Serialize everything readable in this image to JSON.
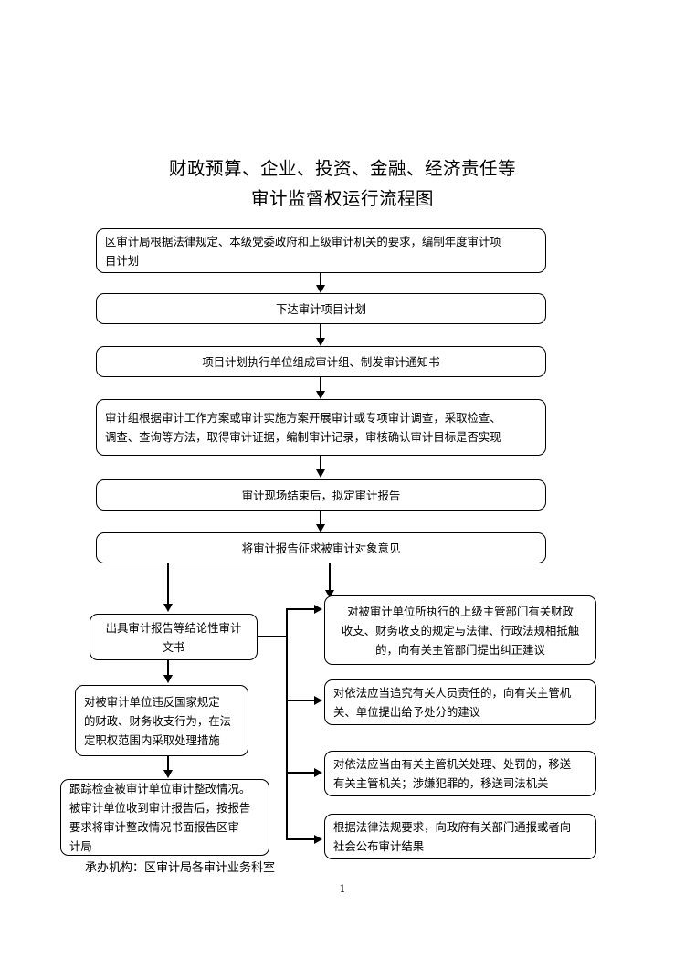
{
  "document": {
    "title_lines": [
      "财政预算、企业、投资、金融、经济责任等",
      "审计监督权运行流程图"
    ],
    "footer_note": "承办机构：区审计局各审计业务科室",
    "page_number": "1"
  },
  "main_flow": [
    {
      "id": "step-annual-plan",
      "lines": [
        "区审计局根据法律规定、本级党委政府和上级审计机关的要求，编制年度审计项",
        "目计划"
      ]
    },
    {
      "id": "step-issue-plan",
      "lines": [
        "下达审计项目计划"
      ]
    },
    {
      "id": "step-form-team",
      "lines": [
        "项目计划执行单位组成审计组、制发审计通知书"
      ]
    },
    {
      "id": "step-conduct-audit",
      "lines": [
        "审计组根据审计工作方案或审计实施方案开展审计或专项审计调查，采取检查、",
        "调查、查询等方法，取得审计证据，编制审计记录，审核确认审计目标是否实现"
      ]
    },
    {
      "id": "step-draft-report",
      "lines": [
        "审计现场结束后，拟定审计报告"
      ]
    },
    {
      "id": "step-solicit-opinion",
      "lines": [
        "将审计报告征求被审计对象意见"
      ]
    }
  ],
  "left_branch": [
    {
      "id": "step-issue-conclusive-doc",
      "lines": [
        "出具审计报告等结论性审计",
        "文书"
      ]
    },
    {
      "id": "step-handle-violation",
      "lines": [
        "对被审计单位违反国家规定",
        "的财政、财务收支行为，在法",
        "定职权范围内采取处理措施"
      ]
    },
    {
      "id": "step-followup-rectification",
      "lines": [
        "跟踪检查被审计单位审计整改情况。",
        "被审计单位收到审计报告后，按报告",
        "要求将审计整改情况书面报告区审",
        "计局"
      ]
    }
  ],
  "right_branch": [
    {
      "id": "outcome-correction-suggestion",
      "lines": [
        "对被审计单位所执行的上级主管部门有关财政",
        "收支、财务收支的规定与法律、行政法规相抵触",
        "的，向有关主管部门提出纠正建议"
      ]
    },
    {
      "id": "outcome-disciplinary-suggestion",
      "lines": [
        "对依法应当追究有关人员责任的，向有关主管机",
        "关、单位提出给予处分的建议"
      ]
    },
    {
      "id": "outcome-transfer-authority",
      "lines": [
        "对依法应当由有关主管机关处理、处罚的，移送",
        "有关主管机关；涉嫌犯罪的，移送司法机关"
      ]
    },
    {
      "id": "outcome-publish-result",
      "lines": [
        "根据法律法规要求，向政府有关部门通报或者向",
        "社会公布审计结果"
      ]
    }
  ],
  "colors": {
    "line": "#000000",
    "background": "#ffffff",
    "text": "#000000"
  }
}
